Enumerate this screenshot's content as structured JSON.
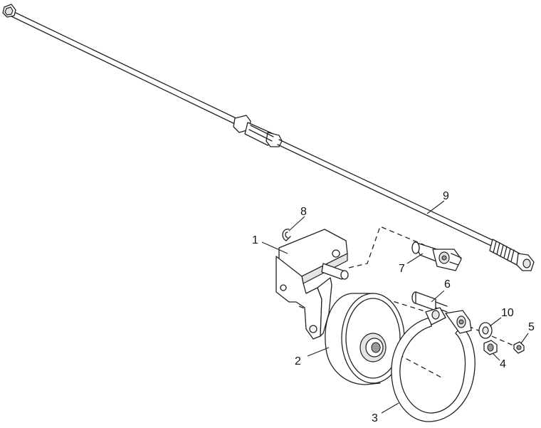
{
  "callouts": [
    {
      "id": "label-1",
      "text": "1"
    },
    {
      "id": "label-2",
      "text": "2"
    },
    {
      "id": "label-3",
      "text": "3"
    },
    {
      "id": "label-4",
      "text": "4"
    },
    {
      "id": "label-5",
      "text": "5"
    },
    {
      "id": "label-6",
      "text": "6"
    },
    {
      "id": "label-7",
      "text": "7"
    },
    {
      "id": "label-8",
      "text": "8"
    },
    {
      "id": "label-9",
      "text": "9"
    },
    {
      "id": "label-10",
      "text": "10"
    }
  ]
}
